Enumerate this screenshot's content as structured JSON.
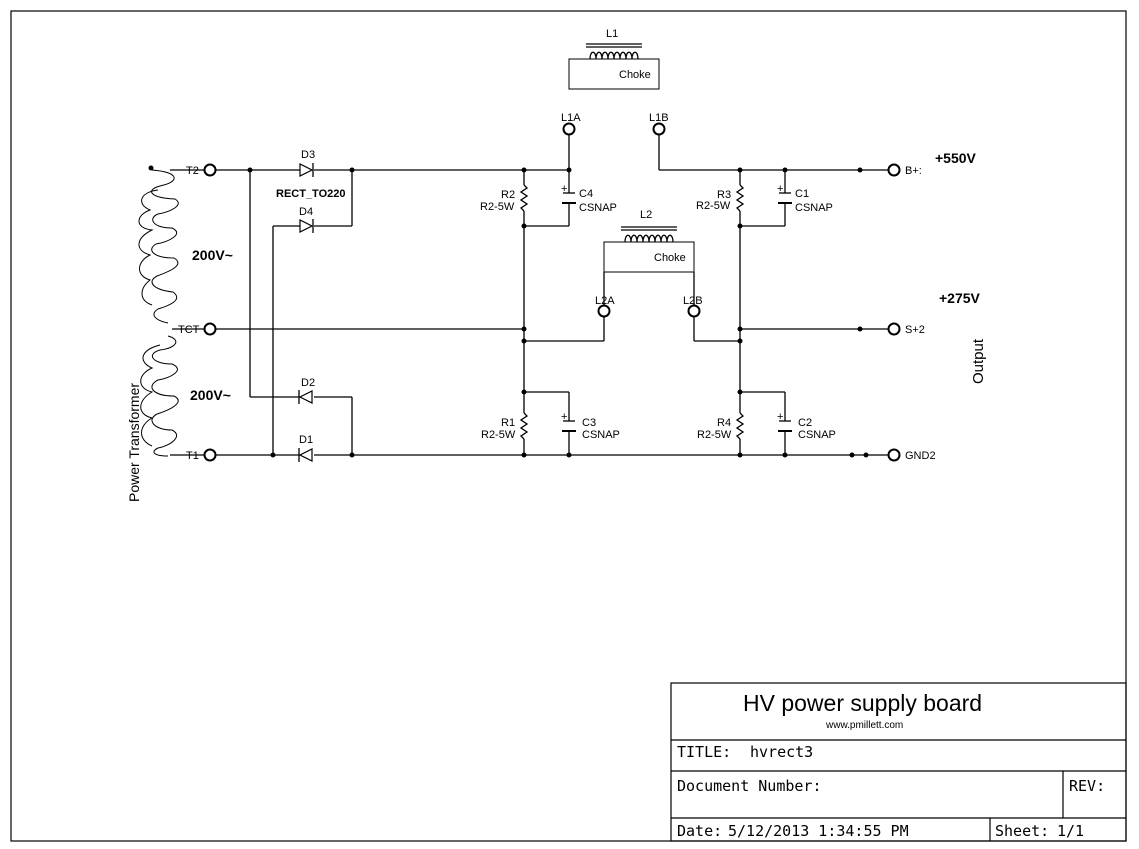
{
  "labels": {
    "l1": "L1",
    "l1_choke": "Choke",
    "l1a": "L1A",
    "l1b": "L1B",
    "l2": "L2",
    "l2_choke": "Choke",
    "l2a": "L2A",
    "l2b": "L2B",
    "t2": "T2",
    "tct": "TCT",
    "t1": "T1",
    "d1": "D1",
    "d2": "D2",
    "d3": "D3",
    "d4": "D4",
    "rect": "RECT_TO220",
    "v_top": "200V~",
    "v_bottom": "200V~",
    "transformer": "Power Transformer",
    "r1": "R1",
    "r1_val": "R2-5W",
    "r2": "R2",
    "r2_val": "R2-5W",
    "r3": "R3",
    "r3_val": "R2-5W",
    "r4": "R4",
    "r4_val": "R2-5W",
    "c1": "C1",
    "c1_val": "CSNAP",
    "c2": "C2",
    "c2_val": "CSNAP",
    "c3": "C3",
    "c3_val": "CSNAP",
    "c4": "C4",
    "c4_val": "CSNAP",
    "b_plus": "B+:",
    "s_plus": "S+2",
    "gnd": "GND2",
    "v550": "+550V",
    "v275": "+275V",
    "output": "Output"
  },
  "title_block": {
    "board_title": "HV power supply board",
    "website": "www.pmillett.com",
    "title_label": "TITLE:",
    "title_value": "hvrect3",
    "doc_label": "Document Number:",
    "rev_label": "REV:",
    "date_label": "Date:",
    "date_value": "5/12/2013 1:34:55 PM",
    "sheet_label": "Sheet:",
    "sheet_value": "1/1"
  }
}
